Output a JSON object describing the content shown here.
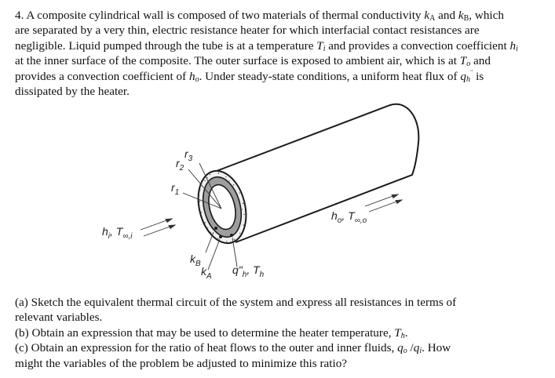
{
  "problem": {
    "number": "4.",
    "intro_lines": [
      "4. A composite cylindrical wall is composed of two materials of thermal conductivity kA and kB, which",
      "are separated by a very thin, electric resistance heater for which interfacial contact resistances are",
      "negligible. Liquid pumped through the tube is at a temperature Ti and provides a convection coefficient hi",
      "at the inner surface of the composite. The outer surface is exposed to ambient air, which is at To and",
      "provides a convection coefficient of ho. Under steady-state conditions, a uniform heat flux of qh\" is",
      "dissipated by the heater."
    ],
    "intro_segments": {
      "l1a": "4. A composite cylindrical wall is composed of two materials of thermal conductivity ",
      "l1k": "k",
      "l1A": "A",
      "l1b": " and ",
      "l1k2": "k",
      "l1B": "B",
      "l1c": ", which",
      "l2": "are separated by a very thin, electric resistance heater for which interfacial contact resistances are",
      "l3a": "negligible. Liquid pumped through the tube is at a temperature ",
      "l3T": "T",
      "l3i": "i",
      "l3b": " and provides a convection coefficient ",
      "l3h": "h",
      "l3hi": "i",
      "l4a": "at the inner surface of the composite. The outer surface is exposed to ambient air, which is at ",
      "l4T": "T",
      "l4o": "o",
      "l4b": " and",
      "l5a": "provides a convection coefficient of ",
      "l5h": "h",
      "l5o": "o",
      "l5b": ". Under steady-state conditions, a uniform heat flux of ",
      "l5q": "q",
      "l5h2": "h",
      "l5pp": "¨",
      "l5c": " is",
      "l6": "dissipated by the heater."
    },
    "questions": {
      "a1": "(a) Sketch the equivalent thermal circuit of the system and express all resistances in terms of",
      "a2": "relevant variables.",
      "b_a": "(b) Obtain an expression that may be used to determine the heater temperature, ",
      "b_T": "T",
      "b_h": "h",
      "b_end": ".",
      "c1a": "(c) Obtain an expression for the ratio of heat flows to the outer and inner fluids, ",
      "c1q": "q",
      "c1o": "o",
      "c1sl": " /",
      "c1q2": "q",
      "c1i": "i",
      "c1b": ". How",
      "c2": "might the variables of the problem be adjusted to minimize this ratio?"
    }
  },
  "figure": {
    "labels": {
      "r1": "r",
      "r1_sub": "1",
      "r2": "r",
      "r2_sub": "2",
      "r3": "r",
      "r3_sub": "3",
      "inner_flow_h": "h",
      "inner_flow_h_sub": "i",
      "inner_flow_T": ", T",
      "inner_flow_T_sub": "∞,i",
      "outer_flow_h": "h",
      "outer_flow_h_sub": "o",
      "outer_flow_T": ", T",
      "outer_flow_T_sub": "∞,o",
      "kB": "k",
      "kB_sub": "B",
      "kA": "k",
      "kA_sub": "A",
      "heater": "q\"",
      "heater_sub": "h",
      "heater_T": ", T",
      "heater_T_sub": "h"
    },
    "colors": {
      "line": "#1a1a1a",
      "material_A": "#9e9e9e",
      "material_B": "#f2f2f2"
    }
  }
}
